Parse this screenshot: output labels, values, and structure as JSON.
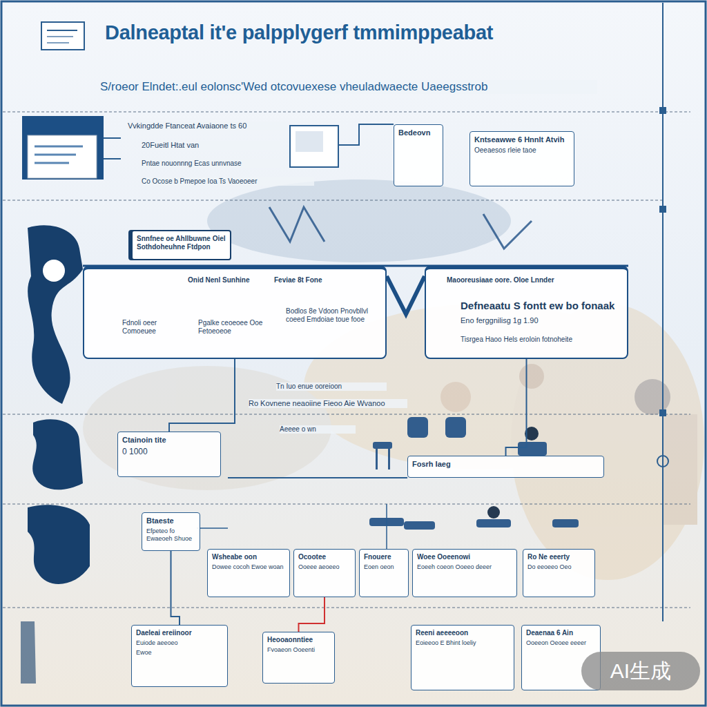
{
  "diagram": {
    "title": "Dalneaptal it'e palpplygerf tmmimppeabat",
    "nodes": [
      {
        "text": [
          "Bedeovn"
        ]
      },
      {
        "text": [
          "Kntseawwe 6 Hnnlt Atvih",
          "Oeeaesos rleie taoe"
        ]
      },
      {
        "text": [
          "Snnfnee oe Ahllbuwne Oiel Sothdoheuhne Ftdpon"
        ]
      },
      {
        "text": [
          "Onid Nenl Sunhine",
          "Feviae 8t Fone",
          "Fdnoli oeer Comoeuee",
          "Pgalke ceoeoee Ooe Fetoeoeoe",
          "Bodlos 8e Vdoon Pnovbllvl coeed Emdoiae toue fooe"
        ]
      },
      {
        "text": [
          "Maooreusiaae oore. Oloe Lnnder",
          "Defneaatu S fontt ew bo fonaak",
          "Eno ferggnilisg 1g 1.90",
          "Tisrgea Haoo Hels eroloin fotnoheite"
        ]
      },
      {
        "text": [
          "Ctainoin tite",
          "0 1000"
        ]
      },
      {
        "text": [
          "Fosrh Iaeg"
        ]
      },
      {
        "text": [
          "Btaeste",
          "Efpeteo fo Ewaeoeh Shuoe"
        ]
      },
      {
        "text": [
          "Wsheabe oon",
          "Dowee cocoh Ewoe woan"
        ]
      },
      {
        "text": [
          "Ocootee",
          "Ooeee aeoeeo"
        ]
      },
      {
        "text": [
          "Fnouere",
          "Eoen oeon"
        ]
      },
      {
        "text": [
          "Woee Ooeenowi",
          "Eoeeh coeon Ooeeo deeer"
        ]
      },
      {
        "text": [
          "Ro Ne eeerty",
          "Do eeoeeo Oeo"
        ]
      },
      {
        "text": [
          "Daeleai ereiinoor",
          "Euiode aeeoeo",
          "Ewoe"
        ]
      },
      {
        "text": [
          "Heooaonntiee",
          "Fvoaeon Ooeenti"
        ]
      },
      {
        "text": [
          "Reeni aeeeeoon",
          "Eoieeoo E Bhint loeliy"
        ]
      },
      {
        "text": [
          "Deaenaa 6 Ain",
          "Ooeeon Oeoee eeeer"
        ]
      }
    ],
    "edges": [
      {
        "from": 3,
        "to": 5,
        "arrow": "none"
      },
      {
        "from": 4,
        "to": 6,
        "arrow": "none"
      },
      {
        "from": 7,
        "to": 13,
        "arrow": "none"
      },
      {
        "from": 9,
        "to": 14,
        "arrow": "none"
      }
    ],
    "labels": [
      "S/roeor Elndet:.eul eolonsc'Wed otcovuexese vheuladwaecte Uaeegsstrob",
      "Vvkingdde Ftanceat Avaiaone ts 60",
      "20Fueitl Htat van",
      "Pntae nouonnng Ecas unnvnase",
      "Co Ocose b Pmepoe Ioa Ts Vaoeoeer",
      "Ro Kovnene neaoiine Fieoo Aie Wvanoo",
      "Tn Iuo enue ooreioon",
      "Aeeee o wn",
      "AI生成"
    ]
  }
}
